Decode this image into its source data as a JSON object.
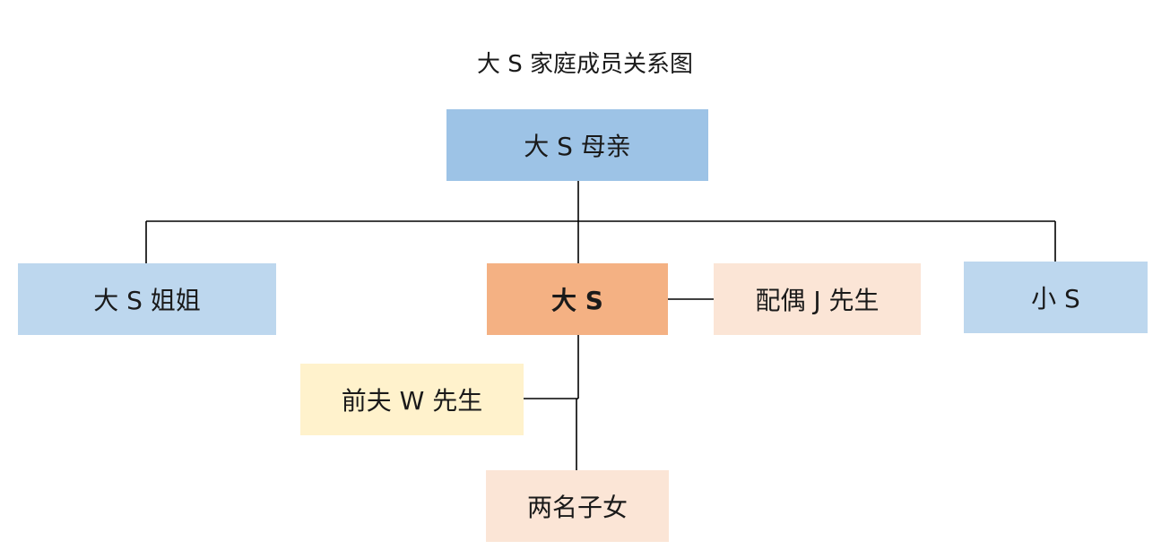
{
  "title": "大 S 家庭成员关系图",
  "colors": {
    "blue": "#9dc3e6",
    "light_blue": "#bdd7ee",
    "orange": "#f4b183",
    "peach": "#fbe5d6",
    "light_yellow": "#fff2cc",
    "line": "#000000"
  },
  "nodes": {
    "mother": "大 S 母亲",
    "elder_sister": "大 S 姐姐",
    "self": "大 S",
    "spouse": "配偶 J 先生",
    "younger_sister": "小 S",
    "ex_husband": "前夫 W 先生",
    "children": "两名子女"
  }
}
